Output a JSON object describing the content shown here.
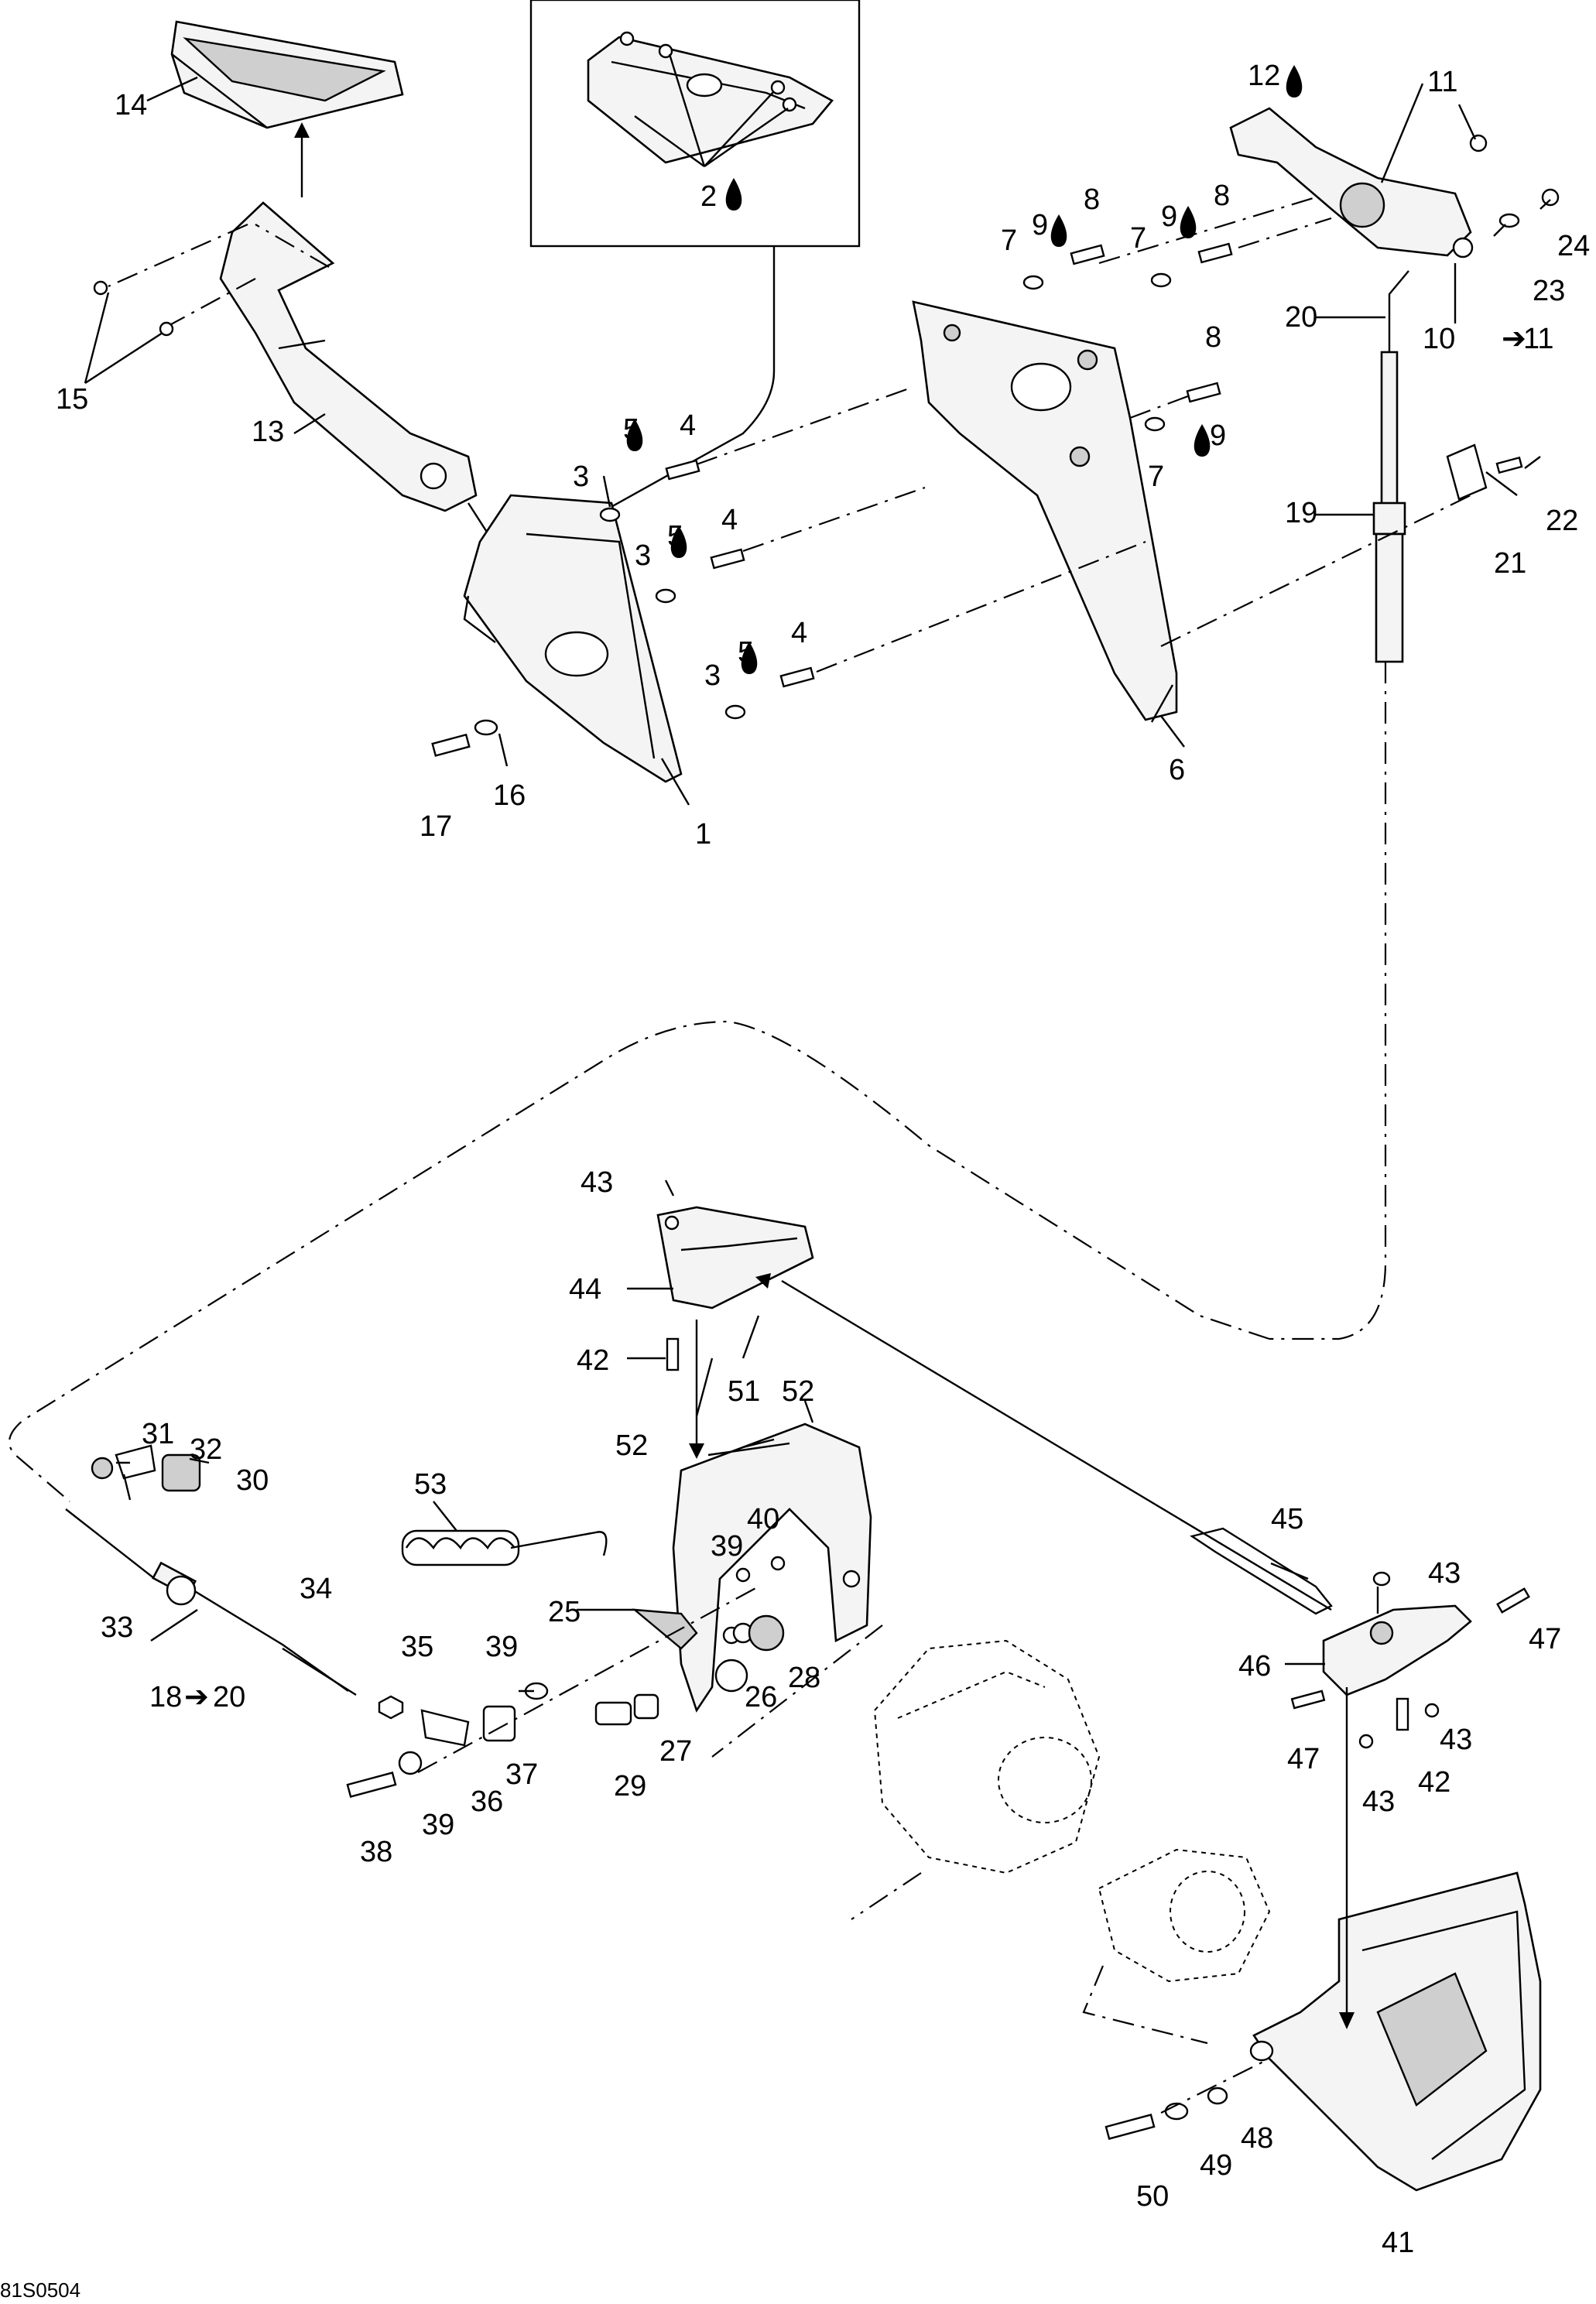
{
  "diagram": {
    "image_code": "81S0504",
    "callouts": {
      "c1": "1",
      "c2": "2",
      "c3a": "3",
      "c3b": "3",
      "c3c": "3",
      "c4a": "4",
      "c4b": "4",
      "c4c": "4",
      "c5a": "5",
      "c5b": "5",
      "c5c": "5",
      "c6": "6",
      "c7a": "7",
      "c7b": "7",
      "c7c": "7",
      "c8a": "8",
      "c8b": "8",
      "c8c": "8",
      "c9a": "9",
      "c9b": "9",
      "c9c": "9",
      "c10": "10",
      "c10to": "11",
      "c11": "11",
      "c12": "12",
      "c13": "13",
      "c14": "14",
      "c15": "15",
      "c16": "16",
      "c17": "17",
      "c18": "18",
      "c18to": "20",
      "c19": "19",
      "c20": "20",
      "c21": "21",
      "c22": "22",
      "c23": "23",
      "c24": "24",
      "c25": "25",
      "c26": "26",
      "c27": "27",
      "c28": "28",
      "c29": "29",
      "c30": "30",
      "c31": "31",
      "c32": "32",
      "c33": "33",
      "c34": "34",
      "c35": "35",
      "c36": "36",
      "c37": "37",
      "c38": "38",
      "c39a": "39",
      "c39b": "39",
      "c39c": "39",
      "c40": "40",
      "c41": "41",
      "c42a": "42",
      "c42b": "42",
      "c43a": "43",
      "c43b": "43",
      "c43c": "43",
      "c43d": "43",
      "c44": "44",
      "c45": "45",
      "c46": "46",
      "c47a": "47",
      "c47b": "47",
      "c48": "48",
      "c49": "49",
      "c50": "50",
      "c51": "51",
      "c52a": "52",
      "c52b": "52",
      "c53": "53"
    },
    "symbols": {
      "arrow": "➔",
      "drop": "drop-icon"
    }
  }
}
